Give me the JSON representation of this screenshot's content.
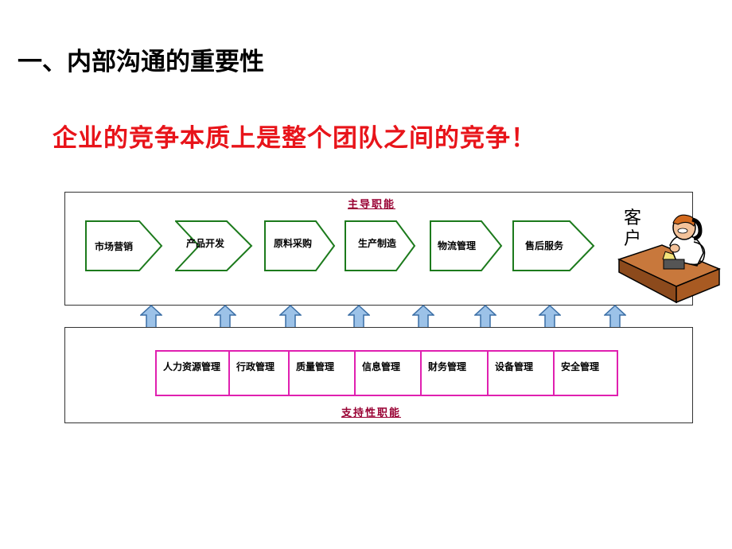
{
  "title": "一、内部沟通的重要性",
  "subtitle": "企业的竞争本质上是整个团队之间的竞争！",
  "main_box": {
    "label": "主导职能",
    "stages": [
      "市场营销",
      "产品开发",
      "原料采购",
      "生产制造",
      "物流管理",
      "售后服务"
    ]
  },
  "customer": {
    "label": "客户",
    "icon": "customer-on-phone"
  },
  "support_box": {
    "label": "支持性职能",
    "cells": [
      "人力资源管理",
      "行政管理",
      "质量管理",
      "信息管理",
      "财务管理",
      "设备管理",
      "安全管理"
    ]
  },
  "colors": {
    "title": "#000000",
    "subtitle": "#e8141a",
    "chevron_border": "#1c7a1c",
    "support_border": "#e020b0",
    "label": "#990033",
    "arrow_fill": "#9cc2e8",
    "arrow_stroke": "#3a6ea5"
  }
}
